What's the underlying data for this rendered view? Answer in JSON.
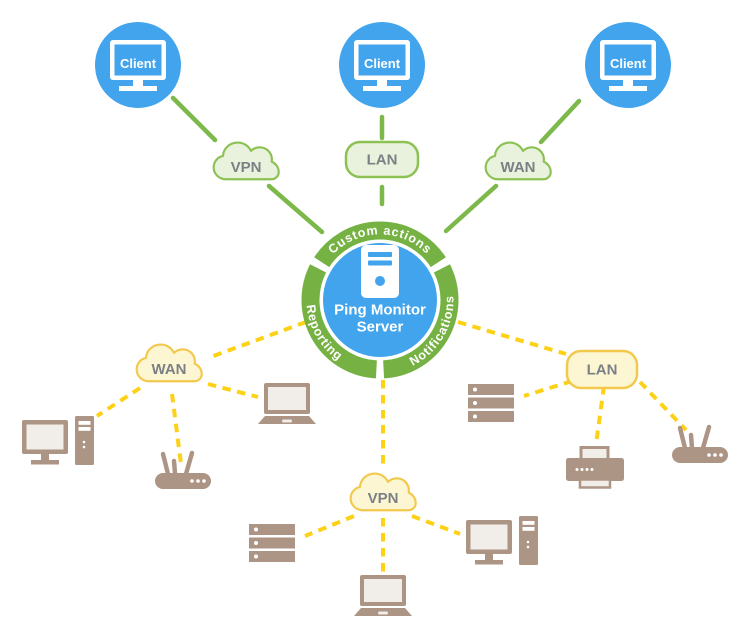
{
  "clients": [
    "Client",
    "Client",
    "Client"
  ],
  "top_networks": {
    "vpn": "VPN",
    "lan": "LAN",
    "wan": "WAN"
  },
  "server": {
    "line1": "Ping Monitor",
    "line2": "Server",
    "ring_top": "Custom actions",
    "ring_left": "Reporting",
    "ring_right": "Notifications"
  },
  "bottom_networks": {
    "wan": "WAN",
    "vpn": "VPN",
    "lan": "LAN"
  },
  "icons": {
    "client": "monitor-icon",
    "server": "server-tower-icon",
    "devices": [
      "desktop-pc-icon",
      "wireless-router-icon",
      "laptop-icon",
      "server-rack-icon",
      "printer-icon"
    ]
  },
  "colors": {
    "client_blue": "#42a4ec",
    "ring_green": "#76b243",
    "link_green": "#7db94a",
    "cloud_green_fill": "#e9f2dc",
    "cloud_green_border": "#8cc153",
    "dash_yellow": "#fcd116",
    "cloud_yellow_fill": "#fdf6d2",
    "cloud_yellow_border": "#f2c94c",
    "device_taupe": "#ad9585",
    "label_gray": "#7b8086"
  }
}
